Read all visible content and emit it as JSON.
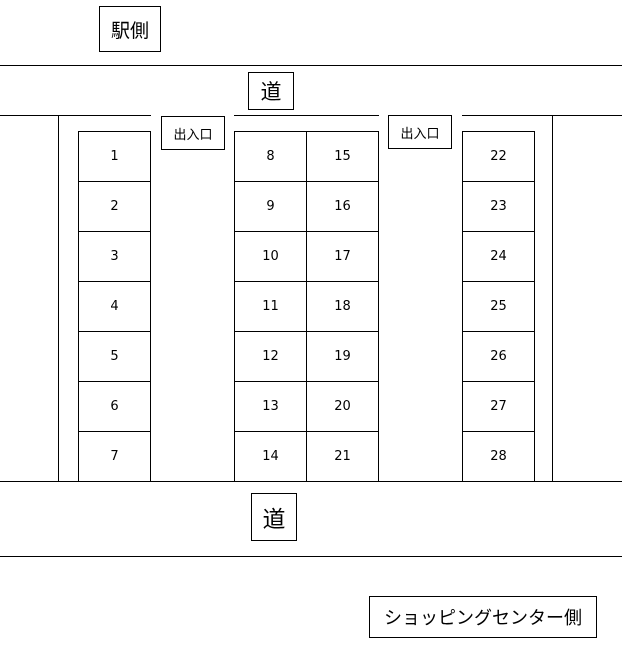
{
  "labels": {
    "station_side": "駅側",
    "road_top": "道",
    "road_bottom": "道",
    "shopping_center_side": "ショッピングセンター側",
    "entrance_left": "出入口",
    "entrance_right": "出入口"
  },
  "parking_columns": [
    {
      "name": "column-1",
      "slots": [
        "1",
        "2",
        "3",
        "4",
        "5",
        "6",
        "7"
      ]
    },
    {
      "name": "column-2",
      "slots": [
        "8",
        "9",
        "10",
        "11",
        "12",
        "13",
        "14"
      ]
    },
    {
      "name": "column-3",
      "slots": [
        "15",
        "16",
        "17",
        "18",
        "19",
        "20",
        "21"
      ]
    },
    {
      "name": "column-4",
      "slots": [
        "22",
        "23",
        "24",
        "25",
        "26",
        "27",
        "28"
      ]
    }
  ]
}
